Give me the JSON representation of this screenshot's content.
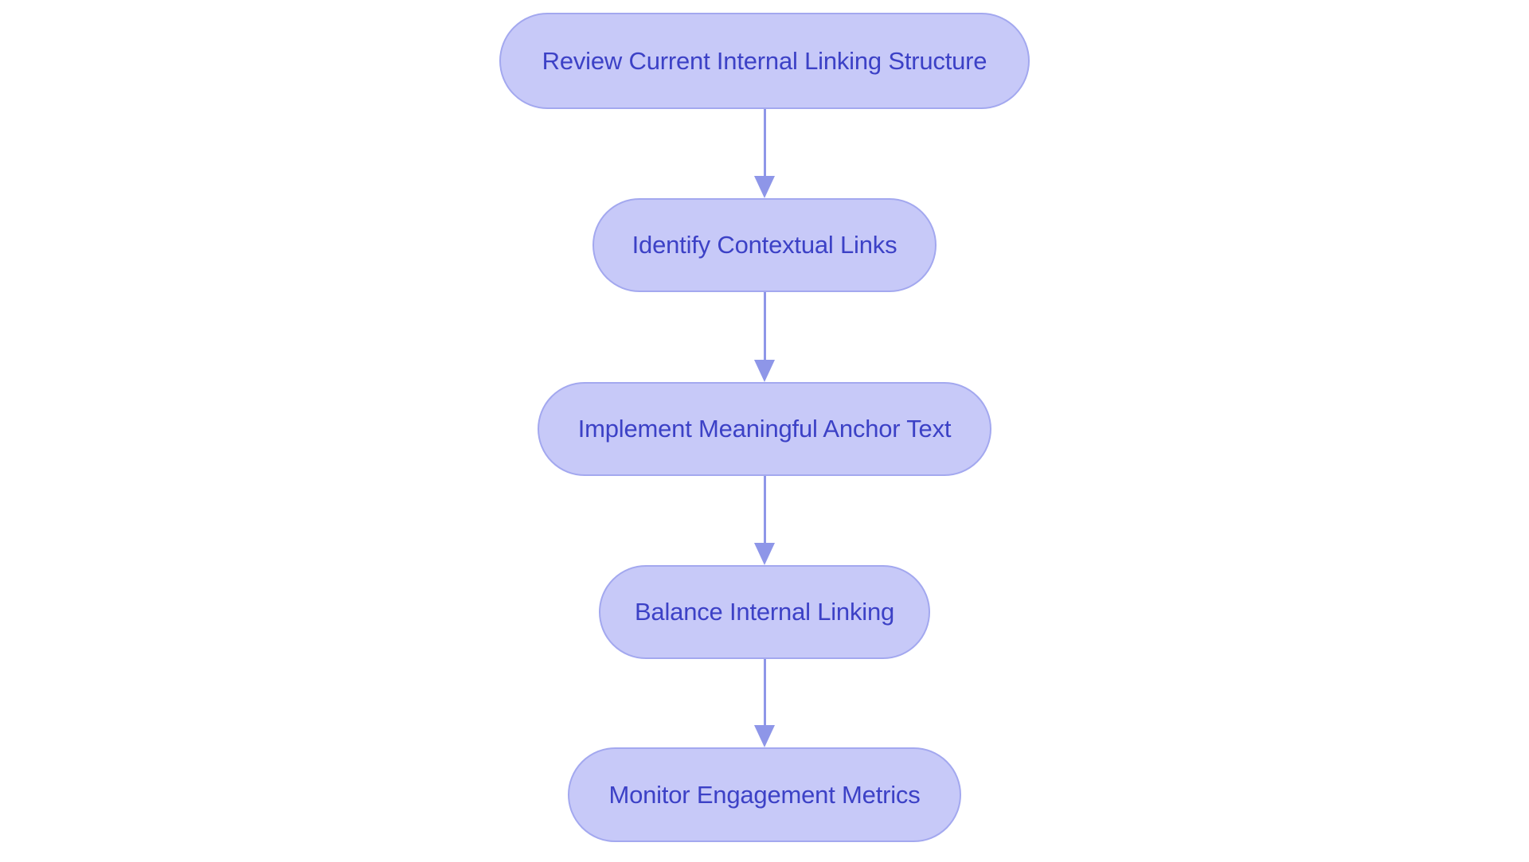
{
  "diagram": {
    "type": "flowchart",
    "direction": "top-down",
    "steps": [
      {
        "id": "review-structure",
        "label": "Review Current Internal Linking Structure"
      },
      {
        "id": "identify-links",
        "label": "Identify Contextual Links"
      },
      {
        "id": "anchor-text",
        "label": "Implement Meaningful Anchor Text"
      },
      {
        "id": "balance-linking",
        "label": "Balance Internal Linking"
      },
      {
        "id": "monitor-metrics",
        "label": "Monitor Engagement Metrics"
      }
    ],
    "edges": [
      {
        "from": 0,
        "to": 1
      },
      {
        "from": 1,
        "to": 2
      },
      {
        "from": 2,
        "to": 3
      },
      {
        "from": 3,
        "to": 4
      }
    ]
  },
  "colors": {
    "background": "#ffffff",
    "node_fill": "#c7c9f8",
    "node_border": "#a3a8ef",
    "node_text": "#3c41c6",
    "arrow": "#8e96e8"
  }
}
